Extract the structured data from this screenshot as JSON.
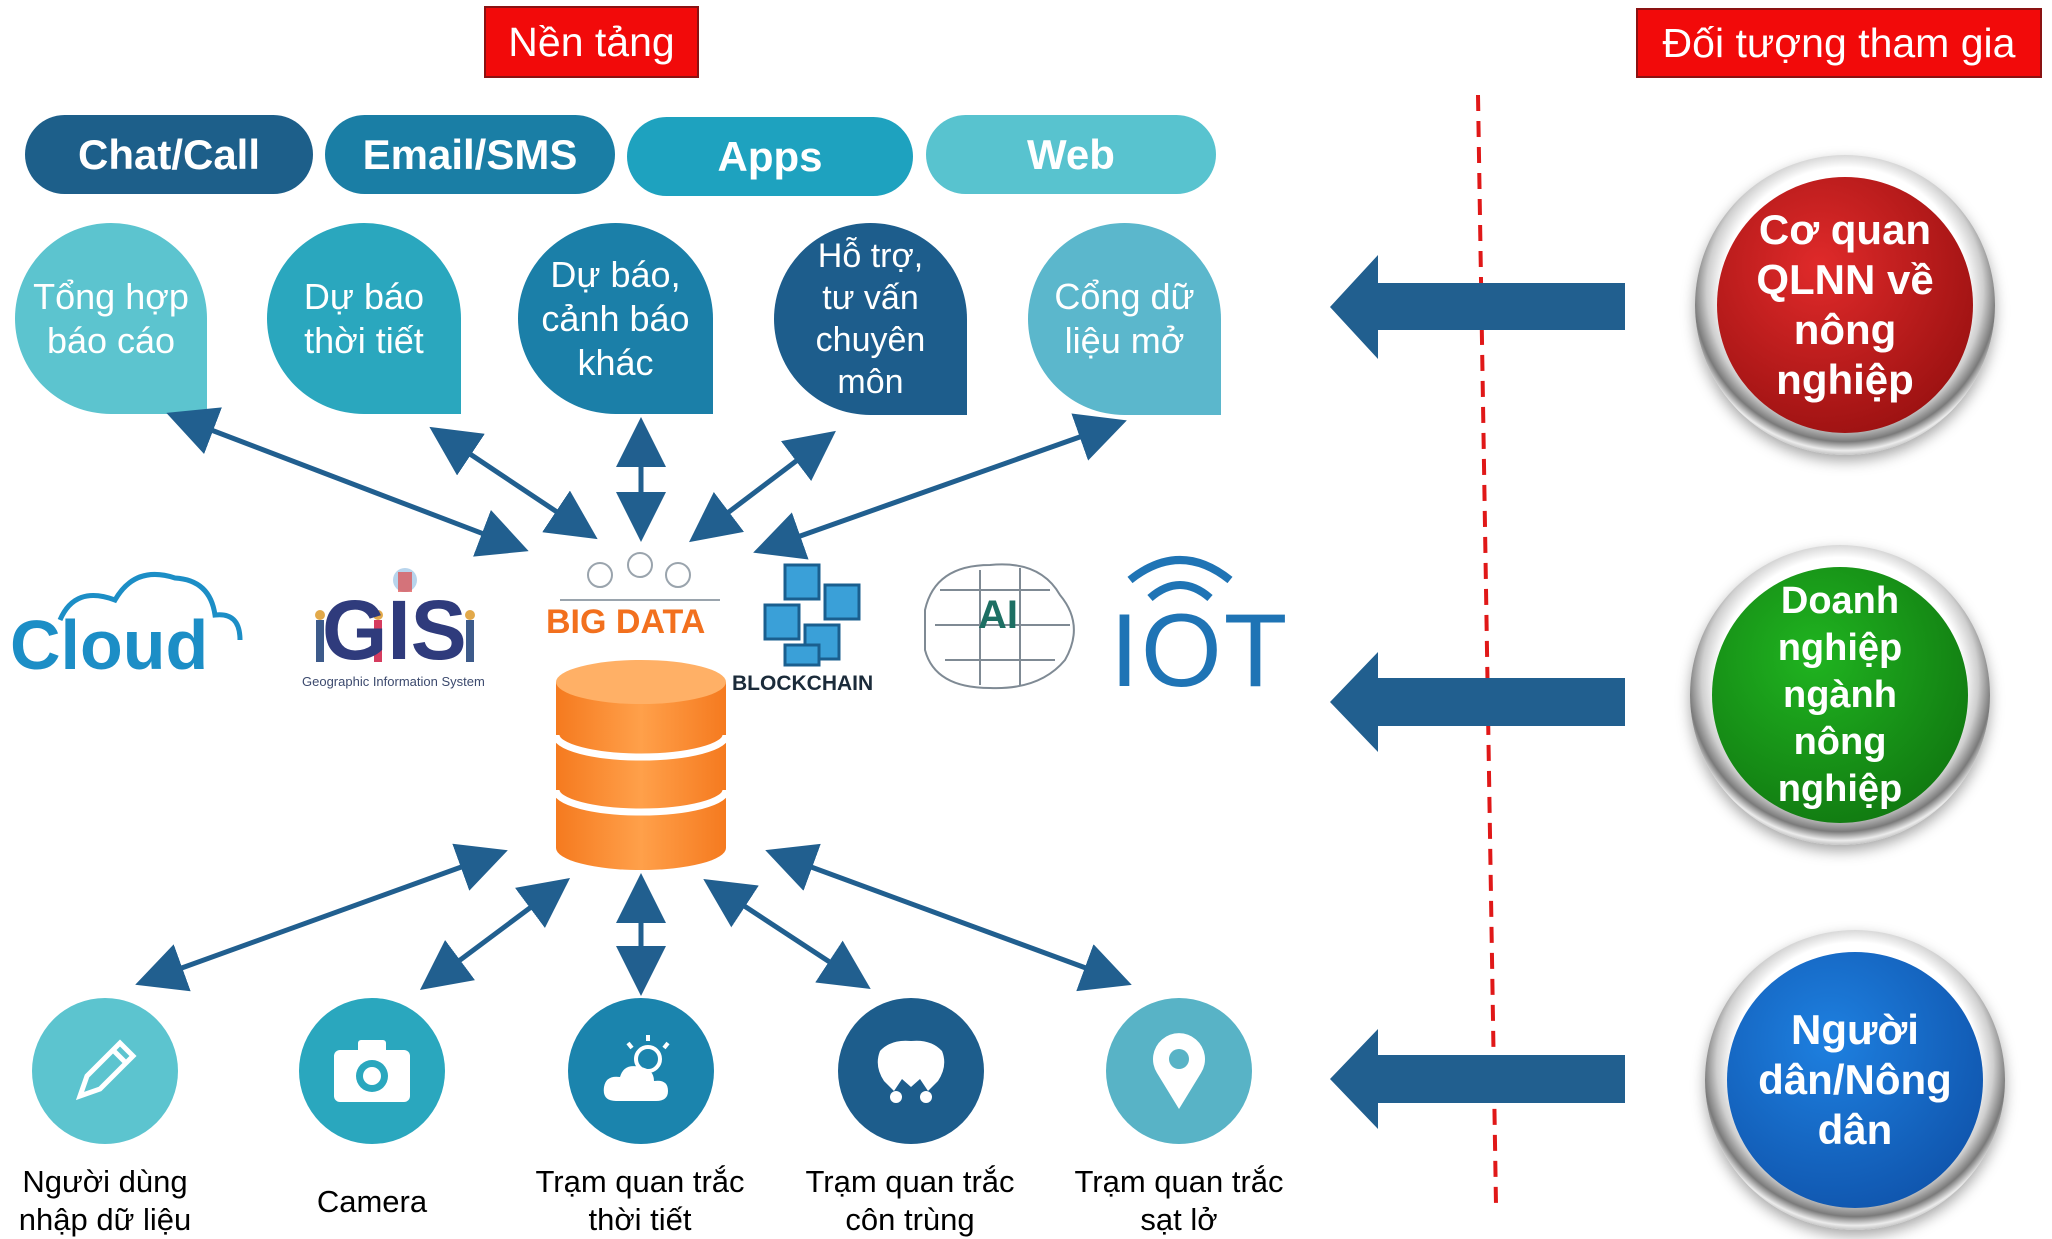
{
  "headers": {
    "platform": "Nền tảng",
    "participants": "Đối tượng tham gia"
  },
  "channels": [
    {
      "label": "Chat/Call",
      "color": "#1d5f8a"
    },
    {
      "label": "Email/SMS",
      "color": "#1a7ea5"
    },
    {
      "label": "Apps",
      "color": "#1ea2bf"
    },
    {
      "label": "Web",
      "color": "#58c3cf"
    }
  ],
  "services": [
    {
      "label": "Tổng hợp\nbáo cáo",
      "color": "#5cc4cf"
    },
    {
      "label": "Dự báo\nthời tiết",
      "color": "#2aa7be"
    },
    {
      "label": "Dự báo,\ncảnh báo\nkhác",
      "color": "#1b7fa8"
    },
    {
      "label": "Hỗ trợ,\ntư vấn\nchuyên\nmôn",
      "color": "#1d5d8c"
    },
    {
      "label": "Cổng dữ\nliệu mở",
      "color": "#5bb7cc"
    }
  ],
  "technologies": {
    "cloud": "Cloud",
    "gis": "GIS",
    "gis_caption": "Geographic Information System",
    "bigdata": "BIG DATA",
    "blockchain": "BLOCKCHAIN",
    "ai": "AI",
    "iot": "IOT"
  },
  "sources": [
    {
      "label": "Người dùng\nnhập dữ liệu",
      "icon": "pencil-icon",
      "color": "#5cc4cf"
    },
    {
      "label": "Camera",
      "icon": "camera-icon",
      "color": "#2aa7be"
    },
    {
      "label": "Trạm quan trắc\nthời tiết",
      "icon": "weather-icon",
      "color": "#1b84ad"
    },
    {
      "label": "Trạm quan trắc\ncôn trùng",
      "icon": "insect-icon",
      "color": "#1d5d8c"
    },
    {
      "label": "Trạm quan trắc\nsạt lở",
      "icon": "location-pin-icon",
      "color": "#58b3c6"
    }
  ],
  "participants": [
    {
      "label": "Cơ quan\nQLNN về\nnông\nnghiệp",
      "color": "#b80f0f"
    },
    {
      "label": "Doanh\nnghiệp\nngành\nnông\nnghiệp",
      "color": "#148a14"
    },
    {
      "label": "Người\ndân/Nông\ndân",
      "color": "#1464c8"
    }
  ],
  "colors": {
    "arrow": "#215f8f",
    "divider": "#e01818",
    "database": "#f7862a"
  }
}
